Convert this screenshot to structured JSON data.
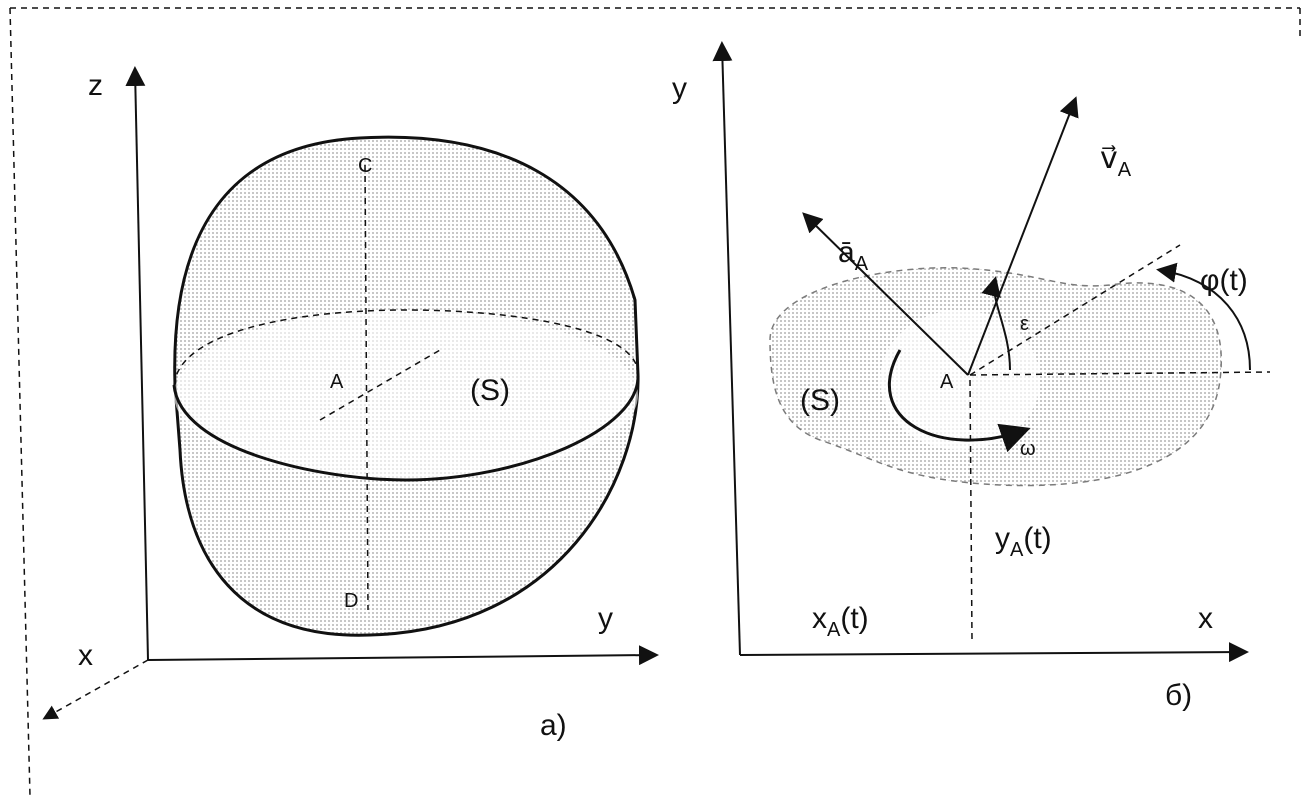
{
  "figure_a": {
    "axis_z": "z",
    "axis_y": "y",
    "axis_x": "x",
    "point_c": "C",
    "point_a": "A",
    "point_d": "D",
    "surface": "(S)",
    "caption": "a)"
  },
  "figure_b": {
    "axis_y": "y",
    "axis_x": "x",
    "accel": "ā",
    "accel_sub": "A",
    "velocity": "v⃗",
    "velocity_sub": "A",
    "epsilon": "ε",
    "phi": "φ(t)",
    "point_a": "A",
    "surface": "(S)",
    "omega": "ω",
    "ya_main": "y",
    "ya_sub": "A",
    "ya_arg": "(t)",
    "xa_main": "x",
    "xa_sub": "A",
    "xa_arg": "(t)",
    "caption": "б)"
  }
}
